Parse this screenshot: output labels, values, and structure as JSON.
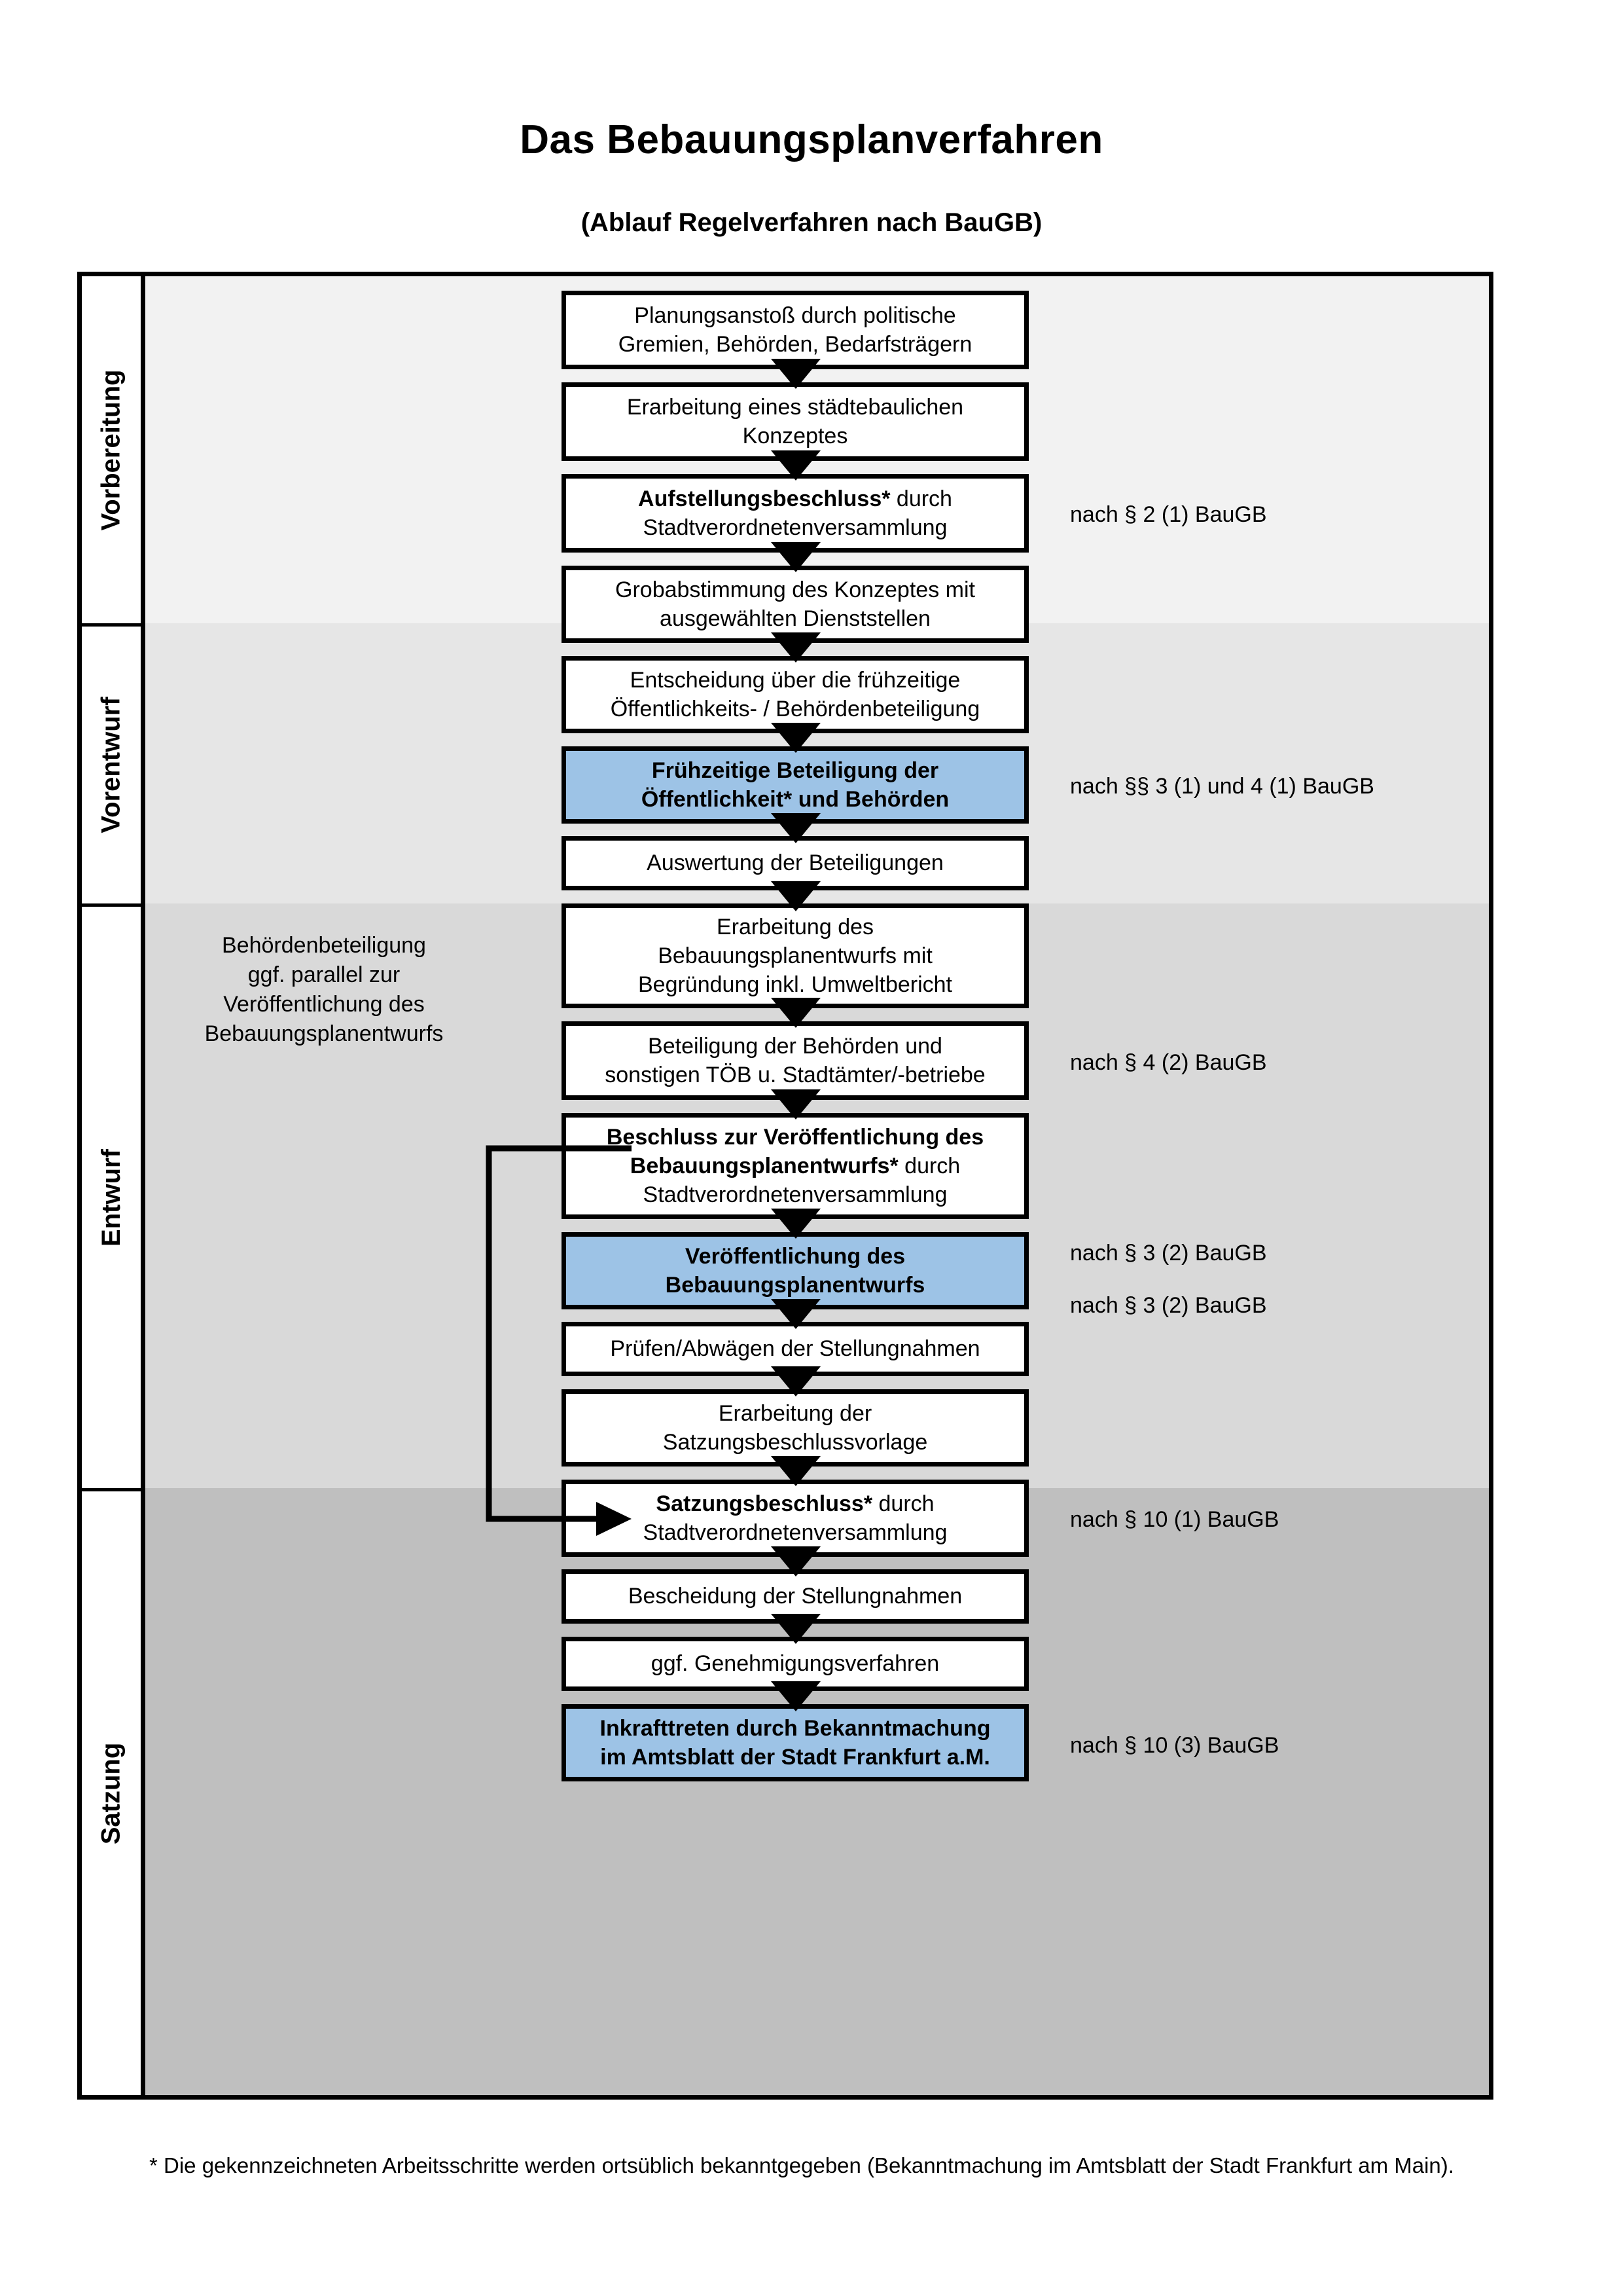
{
  "title": "Das Bebauungsplanverfahren",
  "subtitle": "(Ablauf Regelverfahren nach BauGB)",
  "colors": {
    "highlight": "#9DC3E6",
    "band_vorbereitung": "#F2F2F2",
    "band_vorentwurf": "#E6E6E6",
    "band_entwurf": "#D9D9D9",
    "band_satzung": "#BFBFBF",
    "border": "#000000"
  },
  "phases": [
    {
      "id": "vorbereitung",
      "label": "Vorbereitung"
    },
    {
      "id": "vorentwurf",
      "label": "Vorentwurf"
    },
    {
      "id": "entwurf",
      "label": "Entwurf"
    },
    {
      "id": "satzung",
      "label": "Satzung"
    }
  ],
  "steps": [
    {
      "id": "planungsanstoss",
      "phase": "vorbereitung",
      "highlight": false,
      "text": "Planungsanstoß durch politische Gremien, Behörden, Bedarfsträgern",
      "lines": [
        "Planungsanstoß durch politische",
        "Gremien, Behörden, Bedarfsträgern"
      ],
      "bold_prefix": ""
    },
    {
      "id": "staedtebauliches-konzept",
      "phase": "vorbereitung",
      "highlight": false,
      "text": "Erarbeitung eines städtebaulichen Konzeptes",
      "lines": [
        "Erarbeitung eines städtebaulichen",
        "Konzeptes"
      ],
      "bold_prefix": ""
    },
    {
      "id": "aufstellungsbeschluss",
      "phase": "vorbereitung",
      "highlight": false,
      "text": "Aufstellungsbeschluss* durch Stadtverordnetenversammlung",
      "lines": [
        "Aufstellungsbeschluss* durch",
        "Stadtverordnetenversammlung"
      ],
      "bold_prefix": "Aufstellungsbeschluss*"
    },
    {
      "id": "grobabstimmung",
      "phase": "vorentwurf",
      "highlight": false,
      "text": "Grobabstimmung des Konzeptes mit ausgewählten Dienststellen",
      "lines": [
        "Grobabstimmung des Konzeptes mit",
        "ausgewählten Dienststellen"
      ],
      "bold_prefix": ""
    },
    {
      "id": "entscheidung-fruehzeitige-beteiligung",
      "phase": "vorentwurf",
      "highlight": false,
      "text": "Entscheidung über die frühzeitige Öffentlichkeits- / Behördenbeteiligung",
      "lines": [
        "Entscheidung über die frühzeitige",
        "Öffentlichkeits- / Behördenbeteiligung"
      ],
      "bold_prefix": ""
    },
    {
      "id": "fruehzeitige-beteiligung",
      "phase": "vorentwurf",
      "highlight": true,
      "text": "Frühzeitige Beteiligung der Öffentlichkeit* und Behörden",
      "lines": [
        "Frühzeitige Beteiligung der",
        "Öffentlichkeit* und Behörden"
      ],
      "bold_prefix": "ALL"
    },
    {
      "id": "auswertung-beteiligungen",
      "phase": "entwurf",
      "highlight": false,
      "text": "Auswertung der Beteiligungen",
      "lines": [
        "Auswertung der Beteiligungen"
      ],
      "bold_prefix": ""
    },
    {
      "id": "erarbeitung-bebauungsplanentwurf",
      "phase": "entwurf",
      "highlight": false,
      "text": "Erarbeitung des Bebauungsplanentwurfs mit Begründung inkl. Umweltbericht",
      "lines": [
        "Erarbeitung des",
        "Bebauungsplanentwurfs mit",
        "Begründung inkl. Umweltbericht"
      ],
      "bold_prefix": ""
    },
    {
      "id": "beteiligung-behoerden-toeb",
      "phase": "entwurf",
      "highlight": false,
      "text": "Beteiligung der Behörden und sonstigen TÖB u. Stadtämter/-betriebe",
      "lines": [
        "Beteiligung der Behörden und",
        "sonstigen TÖB u. Stadtämter/-betriebe"
      ],
      "bold_prefix": ""
    },
    {
      "id": "beschluss-veroeffentlichung",
      "phase": "entwurf",
      "highlight": false,
      "text": "Beschluss zur Veröffentlichung des Bebauungsplanentwurfs* durch Stadtverordnetenversammlung",
      "lines": [
        "Beschluss zur Veröffentlichung des",
        "Bebauungsplanentwurfs* durch",
        "Stadtverordnetenversammlung"
      ],
      "bold_prefix": "Beschluss zur Veröffentlichung des Bebauungsplanentwurfs*"
    },
    {
      "id": "veroeffentlichung-bebauungsplanentwurf",
      "phase": "entwurf",
      "highlight": true,
      "text": "Veröffentlichung des Bebauungsplanentwurfs",
      "lines": [
        "Veröffentlichung des",
        "Bebauungsplanentwurfs"
      ],
      "bold_prefix": "ALL"
    },
    {
      "id": "pruefen-abwaegen",
      "phase": "satzung",
      "highlight": false,
      "text": "Prüfen/Abwägen der Stellungnahmen",
      "lines": [
        "Prüfen/Abwägen der Stellungnahmen"
      ],
      "bold_prefix": ""
    },
    {
      "id": "erarbeitung-satzungsbeschlussvorlage",
      "phase": "satzung",
      "highlight": false,
      "text": "Erarbeitung der Satzungsbeschlussvorlage",
      "lines": [
        "Erarbeitung der",
        "Satzungsbeschlussvorlage"
      ],
      "bold_prefix": ""
    },
    {
      "id": "satzungsbeschluss",
      "phase": "satzung",
      "highlight": false,
      "text": "Satzungsbeschluss* durch Stadtverordnetenversammlung",
      "lines": [
        "Satzungsbeschluss* durch",
        "Stadtverordnetenversammlung"
      ],
      "bold_prefix": "Satzungsbeschluss*"
    },
    {
      "id": "bescheidung-stellungnahmen",
      "phase": "satzung",
      "highlight": false,
      "text": "Bescheidung der Stellungnahmen",
      "lines": [
        "Bescheidung der Stellungnahmen"
      ],
      "bold_prefix": ""
    },
    {
      "id": "genehmigungsverfahren",
      "phase": "satzung",
      "highlight": false,
      "text": "ggf. Genehmigungsverfahren",
      "lines": [
        "ggf. Genehmigungsverfahren"
      ],
      "bold_prefix": ""
    },
    {
      "id": "inkrafttreten",
      "phase": "satzung",
      "highlight": true,
      "text": "Inkrafttreten durch Bekanntmachung im Amtsblatt der Stadt Frankfurt a.M.",
      "lines": [
        "Inkrafttreten durch Bekanntmachung",
        "im Amtsblatt der Stadt Frankfurt a.M."
      ],
      "bold_prefix": "Inkrafttreten"
    }
  ],
  "legal_notes": [
    {
      "id": "note-par2-1",
      "for_step": "aufstellungsbeschluss",
      "text": "nach § 2 (1) BauGB"
    },
    {
      "id": "note-par3-4",
      "for_step": "fruehzeitige-beteiligung",
      "text": "nach §§ 3 (1) und 4 (1) BauGB"
    },
    {
      "id": "note-par4-2",
      "for_step": "beteiligung-behoerden-toeb",
      "text": "nach § 4 (2) BauGB"
    },
    {
      "id": "note-par3-2a",
      "for_step": "beschluss-veroeffentlichung",
      "text": "nach § 3 (2) BauGB"
    },
    {
      "id": "note-par3-2b",
      "for_step": "veroeffentlichung-bebauungsplanentwurf",
      "text": "nach § 3 (2) BauGB"
    },
    {
      "id": "note-par10-1",
      "for_step": "satzungsbeschluss",
      "text": "nach § 10 (1) BauGB"
    },
    {
      "id": "note-par10-3",
      "for_step": "inkrafttreten",
      "text": "nach § 10 (3) BauGB"
    }
  ],
  "side_note": {
    "text": "Behördenbeteiligung ggf. parallel zur Veröffentlichung des Bebauungsplanentwurfs",
    "lines": [
      "Behördenbeteiligung",
      "ggf. parallel zur",
      "Veröffentlichung des",
      "Bebauungsplanentwurfs"
    ]
  },
  "footnote": {
    "text": "* Die gekennzeichneten Arbeitsschritte werden ortsüblich bekanntgegeben (Bekanntmachung im Amtsblatt  der Stadt Frankfurt am Main)."
  }
}
